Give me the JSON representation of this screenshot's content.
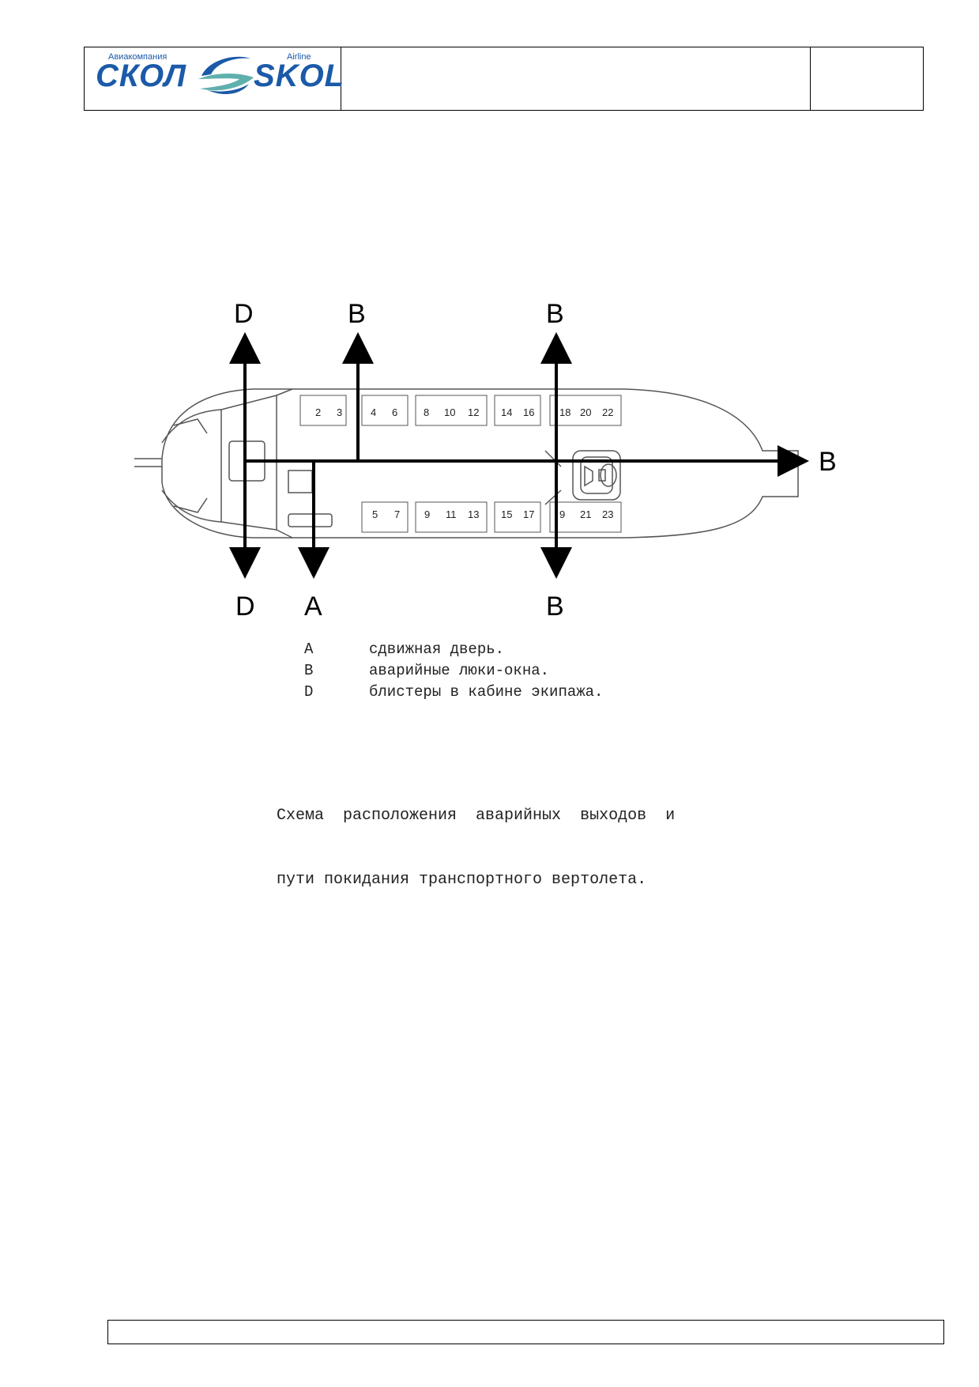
{
  "header": {
    "logo": {
      "small_left": "Авиакомпания",
      "small_right": "Airline",
      "big_left": "СКОЛ",
      "big_right": "SKOL"
    },
    "middle": "",
    "right": ""
  },
  "diagram": {
    "exit_labels": {
      "d_top": "D",
      "b_top_1": "B",
      "b_top_2": "B",
      "b_right": "B",
      "d_bottom": "D",
      "a_bottom": "A",
      "b_bottom": "B"
    },
    "seats_top": [
      "2",
      "3",
      "4",
      "6",
      "8",
      "10",
      "12",
      "14",
      "16",
      "18",
      "20",
      "22"
    ],
    "seats_bottom": [
      "5",
      "7",
      "9",
      "11",
      "13",
      "15",
      "17",
      "9",
      "21",
      "23"
    ]
  },
  "legend": [
    {
      "key": "A",
      "text": "сдвижная дверь."
    },
    {
      "key": "B",
      "text": "аварийные люки-окна."
    },
    {
      "key": "D",
      "text": "блистеры в кабине экипажа."
    }
  ],
  "caption": {
    "line1": "Схема  расположения  аварийных  выходов  и",
    "line2": "пути покидания транспортного вертолета."
  },
  "footer": {
    "text": ""
  },
  "colors": {
    "brand_blue": "#1b5aa8",
    "brand_teal": "#5fb0ad"
  }
}
